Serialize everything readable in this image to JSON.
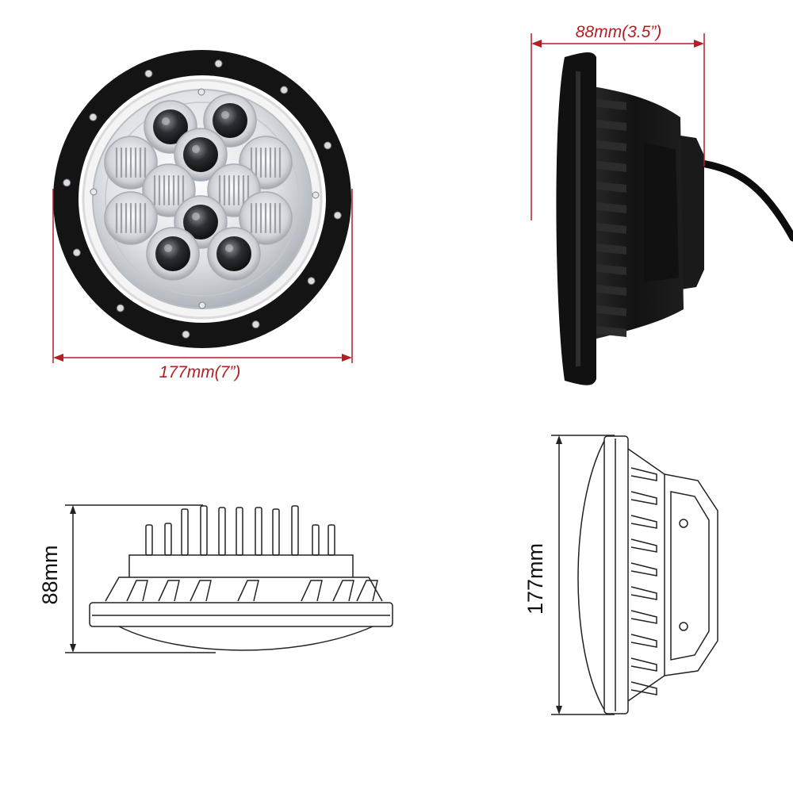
{
  "figure": {
    "front_view": {
      "width_label": "177mm(7”)"
    },
    "side_view": {
      "depth_label": "88mm(3.5”)"
    },
    "drawing_bottom": {
      "height_label": "88mm"
    },
    "drawing_side": {
      "height_label": "177mm"
    }
  },
  "colors": {
    "dimension_red": "#b41e25",
    "housing_black": "#141414",
    "chrome": "#dfe2e6",
    "line_drawing": "#222222"
  }
}
